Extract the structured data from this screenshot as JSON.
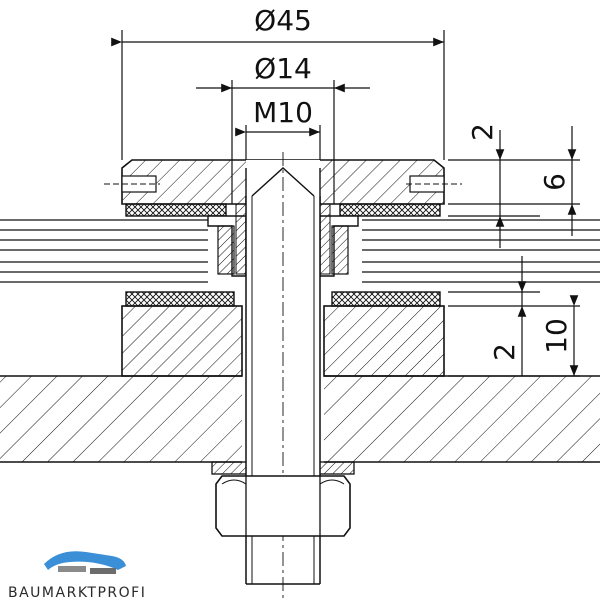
{
  "drawing": {
    "dimensions": {
      "outer_diameter": "Ø45",
      "collar_diameter": "Ø14",
      "thread": "M10",
      "cap_groove": "2",
      "cap_total": "6",
      "pad_thickness": "2",
      "base_height": "10"
    }
  },
  "brand": {
    "logo_text": "BAUMARKTPROFI",
    "colors": {
      "accent": "#3a8fd6",
      "line": "#111111"
    }
  }
}
